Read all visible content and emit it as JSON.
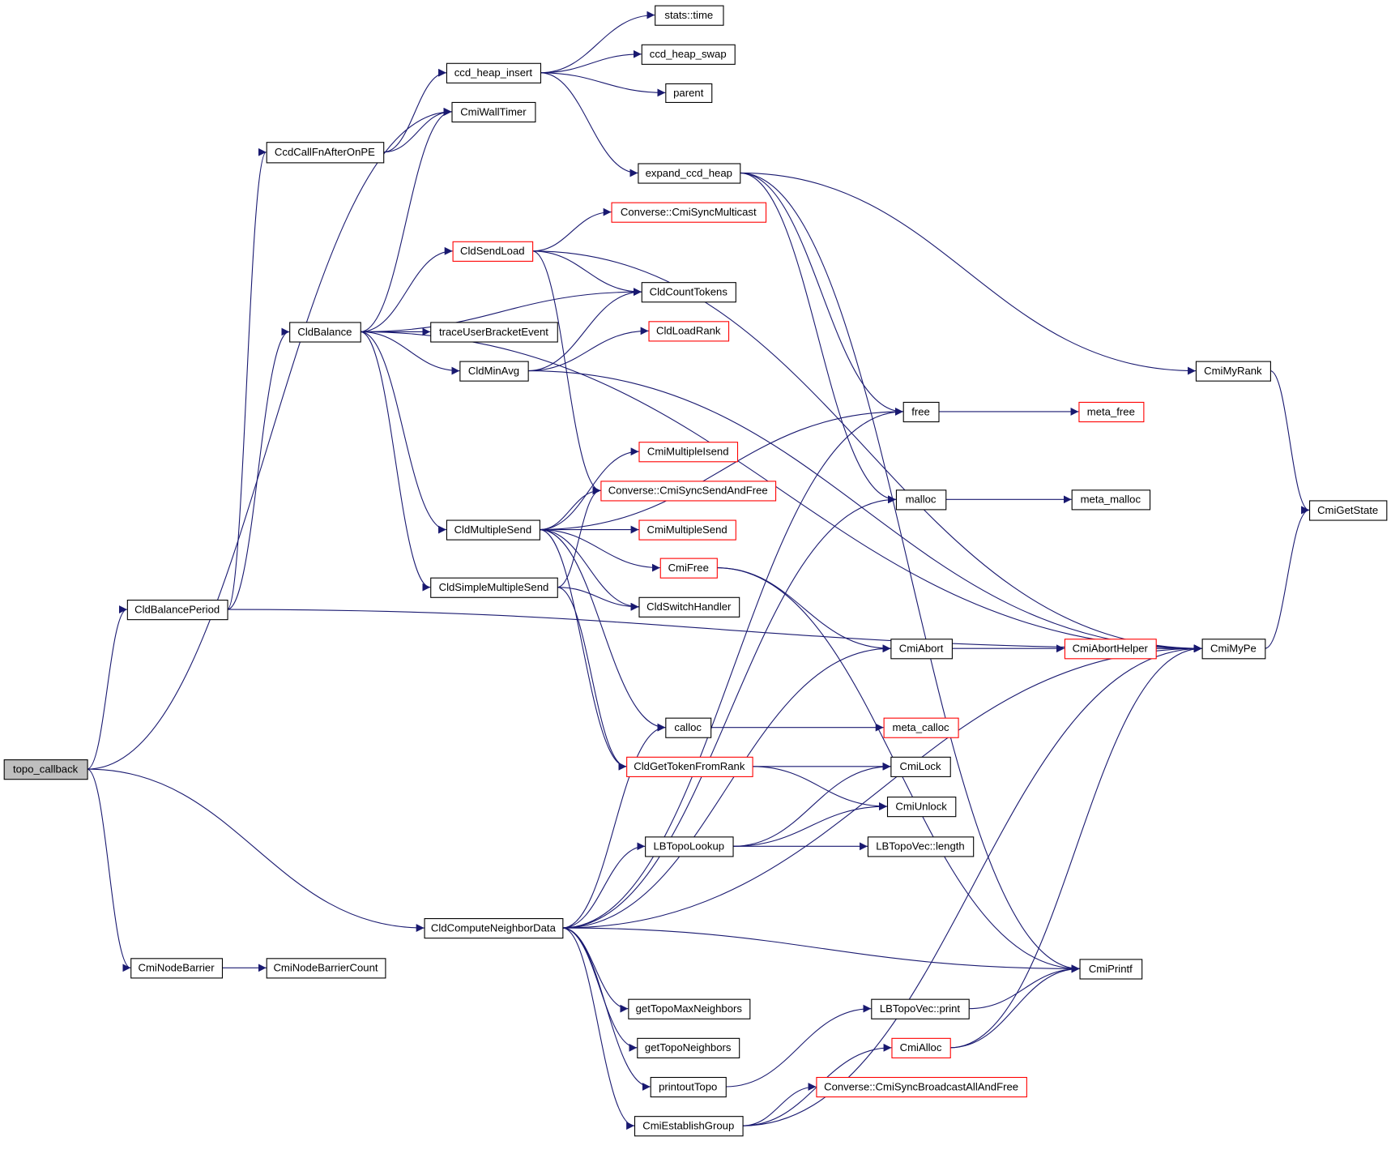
{
  "diagram": {
    "type": "call-graph",
    "colors": {
      "edge": "#191970",
      "node_border": "#000000",
      "undocumented_border": "#ff0000",
      "root_fill": "#bfbfbf"
    },
    "nodes": [
      {
        "id": "topo_callback",
        "label": "topo_callback",
        "root": true
      },
      {
        "id": "stats_time",
        "label": "stats::time"
      },
      {
        "id": "ccd_heap_swap",
        "label": "ccd_heap_swap"
      },
      {
        "id": "ccd_heap_insert",
        "label": "ccd_heap_insert"
      },
      {
        "id": "parent",
        "label": "parent"
      },
      {
        "id": "CmiWallTimer",
        "label": "CmiWallTimer"
      },
      {
        "id": "CcdCallFnAfterOnPE",
        "label": "CcdCallFnAfterOnPE"
      },
      {
        "id": "expand_ccd_heap",
        "label": "expand_ccd_heap"
      },
      {
        "id": "CmiSyncMulticast",
        "label": "Converse::CmiSyncMulticast",
        "red": true
      },
      {
        "id": "CldSendLoad",
        "label": "CldSendLoad",
        "red": true
      },
      {
        "id": "CldCountTokens",
        "label": "CldCountTokens"
      },
      {
        "id": "CldBalance",
        "label": "CldBalance"
      },
      {
        "id": "traceUserBracketEvent",
        "label": "traceUserBracketEvent"
      },
      {
        "id": "CldLoadRank",
        "label": "CldLoadRank",
        "red": true
      },
      {
        "id": "CldMinAvg",
        "label": "CldMinAvg"
      },
      {
        "id": "CmiMyRank",
        "label": "CmiMyRank"
      },
      {
        "id": "free",
        "label": "free"
      },
      {
        "id": "meta_free",
        "label": "meta_free",
        "red": true
      },
      {
        "id": "CmiMultipleIsend",
        "label": "CmiMultipleIsend",
        "red": true
      },
      {
        "id": "CmiSyncSendAndFree",
        "label": "Converse::CmiSyncSendAndFree",
        "red": true
      },
      {
        "id": "malloc",
        "label": "malloc"
      },
      {
        "id": "meta_malloc",
        "label": "meta_malloc"
      },
      {
        "id": "CmiGetState",
        "label": "CmiGetState"
      },
      {
        "id": "CldMultipleSend",
        "label": "CldMultipleSend"
      },
      {
        "id": "CmiMultipleSend",
        "label": "CmiMultipleSend",
        "red": true
      },
      {
        "id": "CmiFree",
        "label": "CmiFree",
        "red": true
      },
      {
        "id": "CldSimpleMultipleSend",
        "label": "CldSimpleMultipleSend"
      },
      {
        "id": "CldSwitchHandler",
        "label": "CldSwitchHandler"
      },
      {
        "id": "CldBalancePeriod",
        "label": "CldBalancePeriod"
      },
      {
        "id": "CmiAbort",
        "label": "CmiAbort"
      },
      {
        "id": "CmiAbortHelper",
        "label": "CmiAbortHelper",
        "red": true
      },
      {
        "id": "CmiMyPe",
        "label": "CmiMyPe"
      },
      {
        "id": "calloc",
        "label": "calloc"
      },
      {
        "id": "meta_calloc",
        "label": "meta_calloc",
        "red": true
      },
      {
        "id": "CldGetTokenFromRank",
        "label": "CldGetTokenFromRank",
        "red": true
      },
      {
        "id": "CmiLock",
        "label": "CmiLock"
      },
      {
        "id": "CmiUnlock",
        "label": "CmiUnlock"
      },
      {
        "id": "LBTopoLookup",
        "label": "LBTopoLookup"
      },
      {
        "id": "LBTopoVec_length",
        "label": "LBTopoVec::length"
      },
      {
        "id": "CldComputeNeighborData",
        "label": "CldComputeNeighborData"
      },
      {
        "id": "CmiNodeBarrier",
        "label": "CmiNodeBarrier"
      },
      {
        "id": "CmiNodeBarrierCount",
        "label": "CmiNodeBarrierCount"
      },
      {
        "id": "CmiPrintf",
        "label": "CmiPrintf"
      },
      {
        "id": "getTopoMaxNeighbors",
        "label": "getTopoMaxNeighbors"
      },
      {
        "id": "LBTopoVec_print",
        "label": "LBTopoVec::print"
      },
      {
        "id": "getTopoNeighbors",
        "label": "getTopoNeighbors"
      },
      {
        "id": "CmiAlloc",
        "label": "CmiAlloc",
        "red": true
      },
      {
        "id": "CmiSyncBroadcastAllAndFree",
        "label": "Converse::CmiSyncBroadcastAllAndFree",
        "red": true
      },
      {
        "id": "printoutTopo",
        "label": "printoutTopo"
      },
      {
        "id": "CmiEstablishGroup",
        "label": "CmiEstablishGroup"
      }
    ],
    "edges": [
      [
        "topo_callback",
        "CmiWallTimer"
      ],
      [
        "topo_callback",
        "CldBalancePeriod"
      ],
      [
        "topo_callback",
        "CldComputeNeighborData"
      ],
      [
        "topo_callback",
        "CmiNodeBarrier"
      ],
      [
        "ccd_heap_insert",
        "stats_time"
      ],
      [
        "ccd_heap_insert",
        "ccd_heap_swap"
      ],
      [
        "ccd_heap_insert",
        "parent"
      ],
      [
        "ccd_heap_insert",
        "expand_ccd_heap"
      ],
      [
        "CcdCallFnAfterOnPE",
        "ccd_heap_insert"
      ],
      [
        "CcdCallFnAfterOnPE",
        "CmiWallTimer"
      ],
      [
        "expand_ccd_heap",
        "CmiMyRank"
      ],
      [
        "expand_ccd_heap",
        "free"
      ],
      [
        "expand_ccd_heap",
        "malloc"
      ],
      [
        "expand_ccd_heap",
        "CmiPrintf"
      ],
      [
        "CldSendLoad",
        "CmiSyncMulticast"
      ],
      [
        "CldSendLoad",
        "CldCountTokens"
      ],
      [
        "CldSendLoad",
        "CmiMyPe"
      ],
      [
        "CldSendLoad",
        "CmiSyncSendAndFree"
      ],
      [
        "CldBalance",
        "CmiWallTimer"
      ],
      [
        "CldBalance",
        "CmiMyPe"
      ],
      [
        "CldBalance",
        "CldSendLoad"
      ],
      [
        "CldBalance",
        "CldCountTokens"
      ],
      [
        "CldBalance",
        "traceUserBracketEvent"
      ],
      [
        "CldBalance",
        "CldMinAvg"
      ],
      [
        "CldBalance",
        "CldMultipleSend"
      ],
      [
        "CldBalance",
        "CldSimpleMultipleSend"
      ],
      [
        "CldMinAvg",
        "CldCountTokens"
      ],
      [
        "CldMinAvg",
        "CldLoadRank"
      ],
      [
        "CldMinAvg",
        "CmiMyPe"
      ],
      [
        "CmiMyRank",
        "CmiGetState"
      ],
      [
        "free",
        "meta_free"
      ],
      [
        "malloc",
        "meta_malloc"
      ],
      [
        "CldMultipleSend",
        "free"
      ],
      [
        "CldMultipleSend",
        "CmiMultipleIsend"
      ],
      [
        "CldMultipleSend",
        "CmiSyncSendAndFree"
      ],
      [
        "CldMultipleSend",
        "CmiMultipleSend"
      ],
      [
        "CldMultipleSend",
        "CmiFree"
      ],
      [
        "CldMultipleSend",
        "CldSwitchHandler"
      ],
      [
        "CldMultipleSend",
        "calloc"
      ],
      [
        "CldMultipleSend",
        "CldGetTokenFromRank"
      ],
      [
        "CldSimpleMultipleSend",
        "CmiSyncSendAndFree"
      ],
      [
        "CldSimpleMultipleSend",
        "CldSwitchHandler"
      ],
      [
        "CldSimpleMultipleSend",
        "CldGetTokenFromRank"
      ],
      [
        "CmiFree",
        "CmiAbort"
      ],
      [
        "CmiFree",
        "CmiPrintf"
      ],
      [
        "CldBalancePeriod",
        "CcdCallFnAfterOnPE"
      ],
      [
        "CldBalancePeriod",
        "CldBalance"
      ],
      [
        "CldBalancePeriod",
        "CmiMyPe"
      ],
      [
        "CmiAbort",
        "CmiAbortHelper"
      ],
      [
        "CmiAbortHelper",
        "CmiMyPe"
      ],
      [
        "CmiMyPe",
        "CmiGetState"
      ],
      [
        "calloc",
        "meta_calloc"
      ],
      [
        "CldGetTokenFromRank",
        "CmiLock"
      ],
      [
        "CldGetTokenFromRank",
        "CmiUnlock"
      ],
      [
        "LBTopoLookup",
        "CmiLock"
      ],
      [
        "LBTopoLookup",
        "CmiUnlock"
      ],
      [
        "LBTopoLookup",
        "LBTopoVec_length"
      ],
      [
        "CldComputeNeighborData",
        "free"
      ],
      [
        "CldComputeNeighborData",
        "malloc"
      ],
      [
        "CldComputeNeighborData",
        "calloc"
      ],
      [
        "CldComputeNeighborData",
        "CmiAbort"
      ],
      [
        "CldComputeNeighborData",
        "LBTopoLookup"
      ],
      [
        "CldComputeNeighborData",
        "CmiMyPe"
      ],
      [
        "CldComputeNeighborData",
        "CmiPrintf"
      ],
      [
        "CldComputeNeighborData",
        "getTopoMaxNeighbors"
      ],
      [
        "CldComputeNeighborData",
        "getTopoNeighbors"
      ],
      [
        "CldComputeNeighborData",
        "printoutTopo"
      ],
      [
        "CldComputeNeighborData",
        "CmiEstablishGroup"
      ],
      [
        "CmiNodeBarrier",
        "CmiNodeBarrierCount"
      ],
      [
        "LBTopoVec_print",
        "CmiPrintf"
      ],
      [
        "printoutTopo",
        "LBTopoVec_print"
      ],
      [
        "CmiAlloc",
        "CmiPrintf"
      ],
      [
        "CmiAlloc",
        "CmiMyPe"
      ],
      [
        "CmiEstablishGroup",
        "CmiAlloc"
      ],
      [
        "CmiEstablishGroup",
        "CmiSyncBroadcastAllAndFree"
      ],
      [
        "CmiEstablishGroup",
        "CmiMyPe"
      ]
    ]
  }
}
